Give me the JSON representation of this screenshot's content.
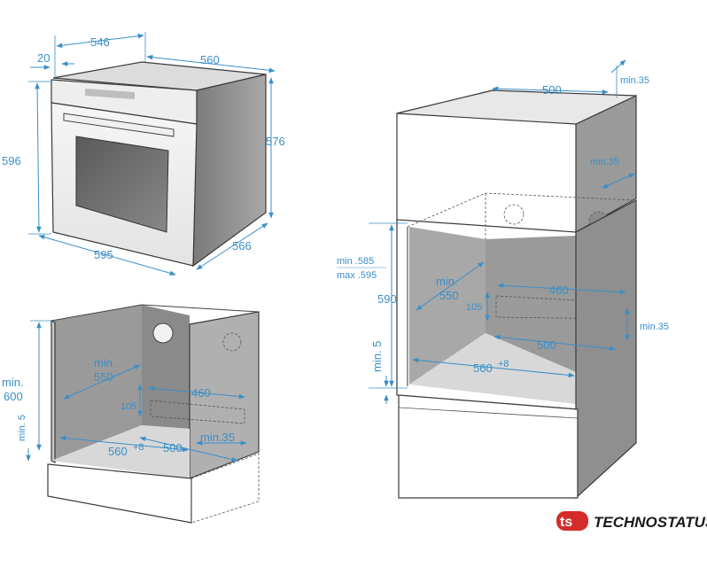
{
  "oven": {
    "width_top": "546",
    "front_depth": "20",
    "depth": "560",
    "height_total": "596",
    "height_body": "576",
    "width_front": "595",
    "width_body": "566"
  },
  "under_counter": {
    "min_height_label_1": "min.",
    "min_height_label_2": "600",
    "min_depth_label_1": "min.",
    "min_depth_label_2": "550",
    "vent_width": "460",
    "vent_height": "105",
    "plinth_label": "min. 5",
    "inner_width": "560",
    "inner_width_tol": "+8",
    "rear_gap": "500",
    "side_clearance": "min.35"
  },
  "column": {
    "top_width": "500",
    "top_clearance": "min.35",
    "side_clearance_top": "min.35",
    "niche_range_1": "min .585",
    "niche_range_2": "max .595",
    "niche_height": "590",
    "min_depth_label_1": "min.",
    "min_depth_label_2": "550",
    "vent_width": "460",
    "vent_height": "105",
    "side_clearance": "min.35",
    "rear_gap": "500",
    "inner_width": "560",
    "inner_width_tol": "+8",
    "plinth_label": "min. 5"
  },
  "brand": {
    "name": "TECHNOSTATUS",
    "color": "#d62b2b"
  }
}
